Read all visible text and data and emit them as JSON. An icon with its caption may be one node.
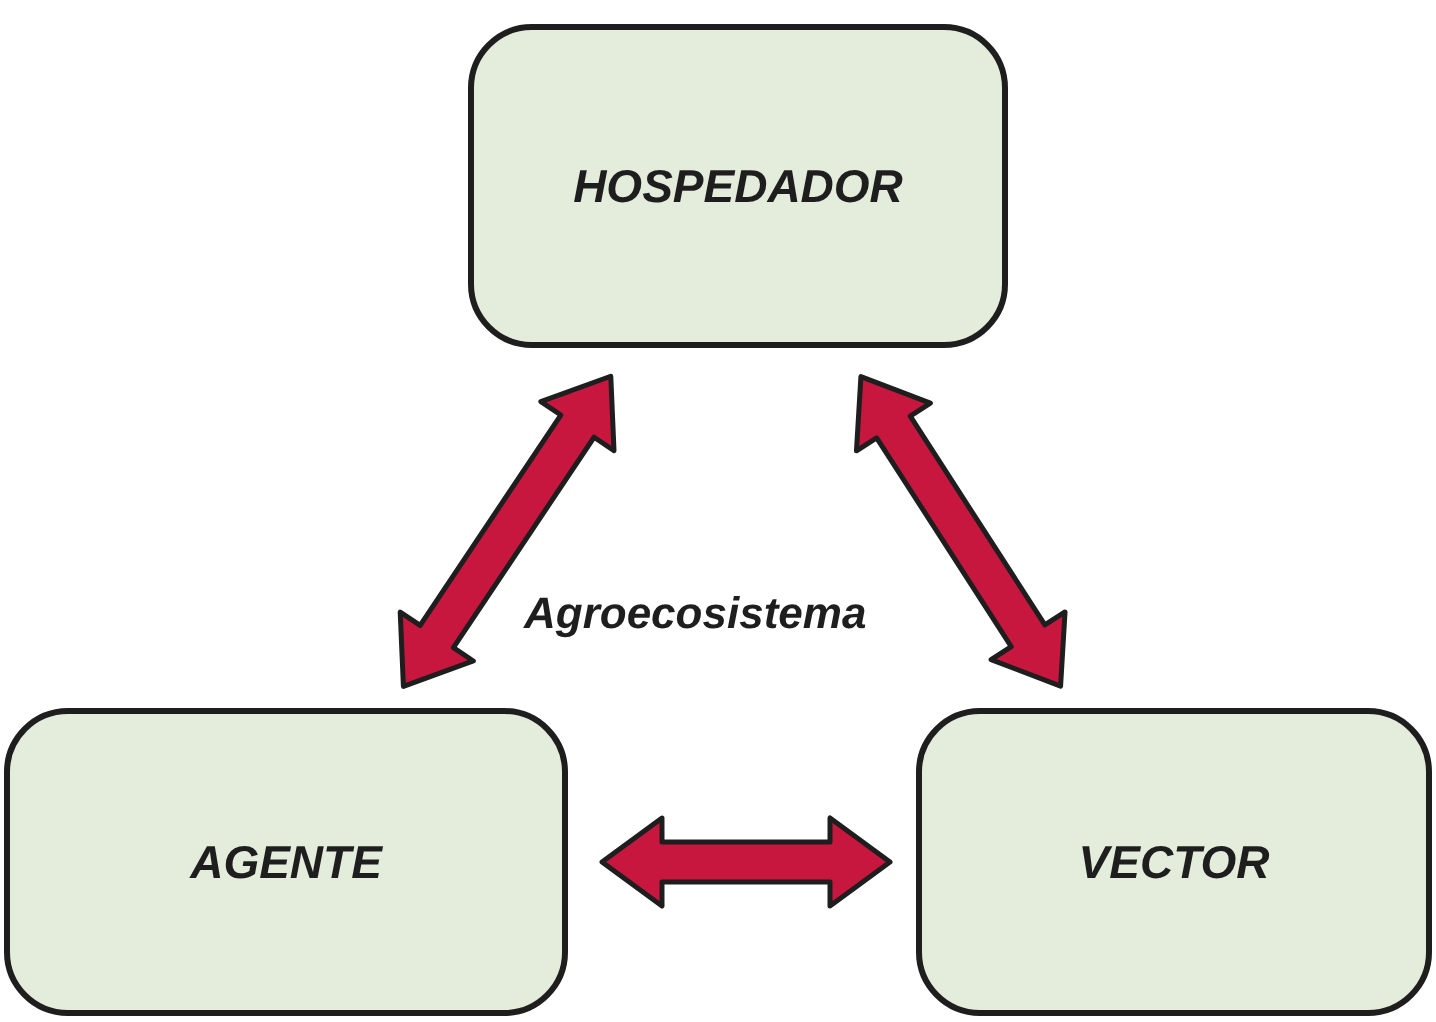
{
  "diagram": {
    "nodes": [
      {
        "text": [
          "HOSPEDADOR"
        ]
      },
      {
        "text": [
          "AGENTE"
        ]
      },
      {
        "text": [
          "VECTOR"
        ]
      }
    ],
    "edges": [
      {
        "from": 0,
        "to": 1,
        "arrow": "both"
      },
      {
        "from": 0,
        "to": 2,
        "arrow": "both"
      },
      {
        "from": 1,
        "to": 2,
        "arrow": "both"
      }
    ],
    "labels": [
      "Agroecosistema"
    ]
  }
}
